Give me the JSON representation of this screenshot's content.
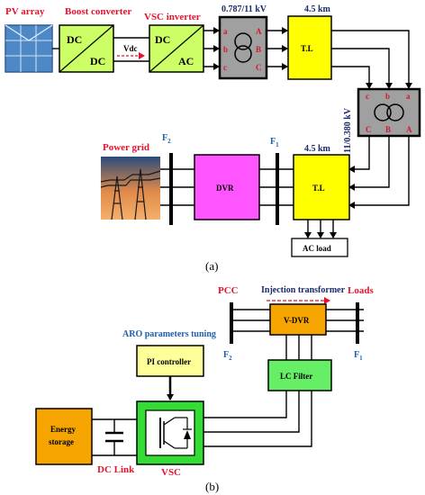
{
  "part_a": {
    "pv_array": "PV array",
    "boost_converter": "Boost converter",
    "boost_top": "DC",
    "boost_bottom": "DC",
    "vdc": "Vdc",
    "vsc_inverter": "VSC inverter",
    "vsc_top": "DC",
    "vsc_bottom": "AC",
    "transformer1_rating": "0.787/11 kV",
    "line1_length": "4.5 km",
    "line1": "T.L",
    "transformer2_rating": "11/0.380 kV",
    "line2_length": "4.5 km",
    "line2": "T.L",
    "power_grid": "Power grid",
    "f2": "F",
    "f2_sub": "2",
    "f1": "F",
    "f1_sub": "1",
    "dvr": "DVR",
    "ac_load": "AC load",
    "phase_a": "a",
    "phase_b": "b",
    "phase_c": "c",
    "phase_A": "A",
    "phase_B": "B",
    "phase_C": "C",
    "caption": "(a)"
  },
  "part_b": {
    "pcc": "PCC",
    "injection_transformer": "Injection transformer",
    "loads": "Loads",
    "vdvr": "V-DVR",
    "f2": "F",
    "f2_sub": "2",
    "f1": "F",
    "f1_sub": "1",
    "aro_tuning": "ARO parameters tuning",
    "pi_controller": "PI controller",
    "lc_filter": "LC Filter",
    "energy_storage_1": "Energy",
    "energy_storage_2": "storage",
    "dc_link": "DC Link",
    "vsc": "VSC",
    "caption": "(b)"
  },
  "colors": {
    "boost_fill": "#ccff66",
    "inverter_fill": "#ccff66",
    "transformer_fill": "#a0a0a0",
    "tl_fill": "#ffff00",
    "dvr_fill": "#ff55ff",
    "vdvr_fill": "#f5a400",
    "pi_fill": "#ffff99",
    "lc_fill": "#66ee66",
    "vsc_fill": "#33dd33",
    "storage_fill": "#f5a400",
    "label_red": "#e8112d",
    "label_blue": "#1f5fb0"
  }
}
